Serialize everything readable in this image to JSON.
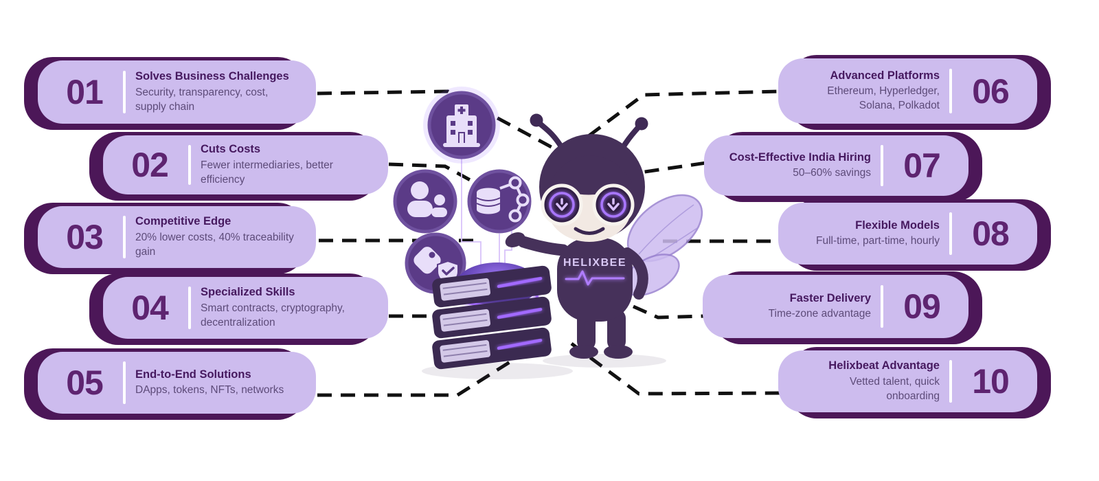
{
  "infographic": {
    "mascot_label": "HELIXBEE",
    "columns": {
      "left_numbers": [
        "01",
        "02",
        "03",
        "04",
        "05"
      ],
      "right_numbers": [
        "06",
        "07",
        "08",
        "09",
        "10"
      ]
    }
  },
  "cards": [
    {
      "number": "01",
      "title": "Solves Business Challenges",
      "description": "Security, transparency, cost, supply chain",
      "side": "left"
    },
    {
      "number": "02",
      "title": "Cuts Costs",
      "description": "Fewer intermediaries, better efficiency",
      "side": "left"
    },
    {
      "number": "03",
      "title": "Competitive Edge",
      "description": "20% lower costs, 40% traceability gain",
      "side": "left"
    },
    {
      "number": "04",
      "title": "Specialized Skills",
      "description": "Smart contracts, cryptography, decentralization",
      "side": "left"
    },
    {
      "number": "05",
      "title": "End-to-End Solutions",
      "description": "DApps, tokens, NFTs, networks",
      "side": "left"
    },
    {
      "number": "06",
      "title": "Advanced Platforms",
      "description": "Ethereum, Hyperledger, Solana, Polkadot",
      "side": "right"
    },
    {
      "number": "07",
      "title": "Cost-Effective India Hiring",
      "description": "50–60% savings",
      "side": "right"
    },
    {
      "number": "08",
      "title": "Flexible Models",
      "description": "Full-time, part-time, hourly",
      "side": "right"
    },
    {
      "number": "09",
      "title": "Faster Delivery",
      "description": "Time-zone advantage",
      "side": "right"
    },
    {
      "number": "10",
      "title": "Helixbeat Advantage",
      "description": "Vetted talent, quick onboarding",
      "side": "right"
    }
  ],
  "center_icons": [
    "hospital-icon",
    "users-icon",
    "database-share-icon",
    "tags-shield-icon",
    "server-stack",
    "bee-mascot"
  ],
  "colors": {
    "card_bg": "#cdbcee",
    "card_back": "#4c1758",
    "number": "#5e2470",
    "title": "#46195f",
    "description": "#5d4b79",
    "connector": "#111111",
    "neon": "#a26bff",
    "coin": "#5b3b87",
    "bee_body": "#46315a",
    "bee_face": "#f2e9e3"
  }
}
